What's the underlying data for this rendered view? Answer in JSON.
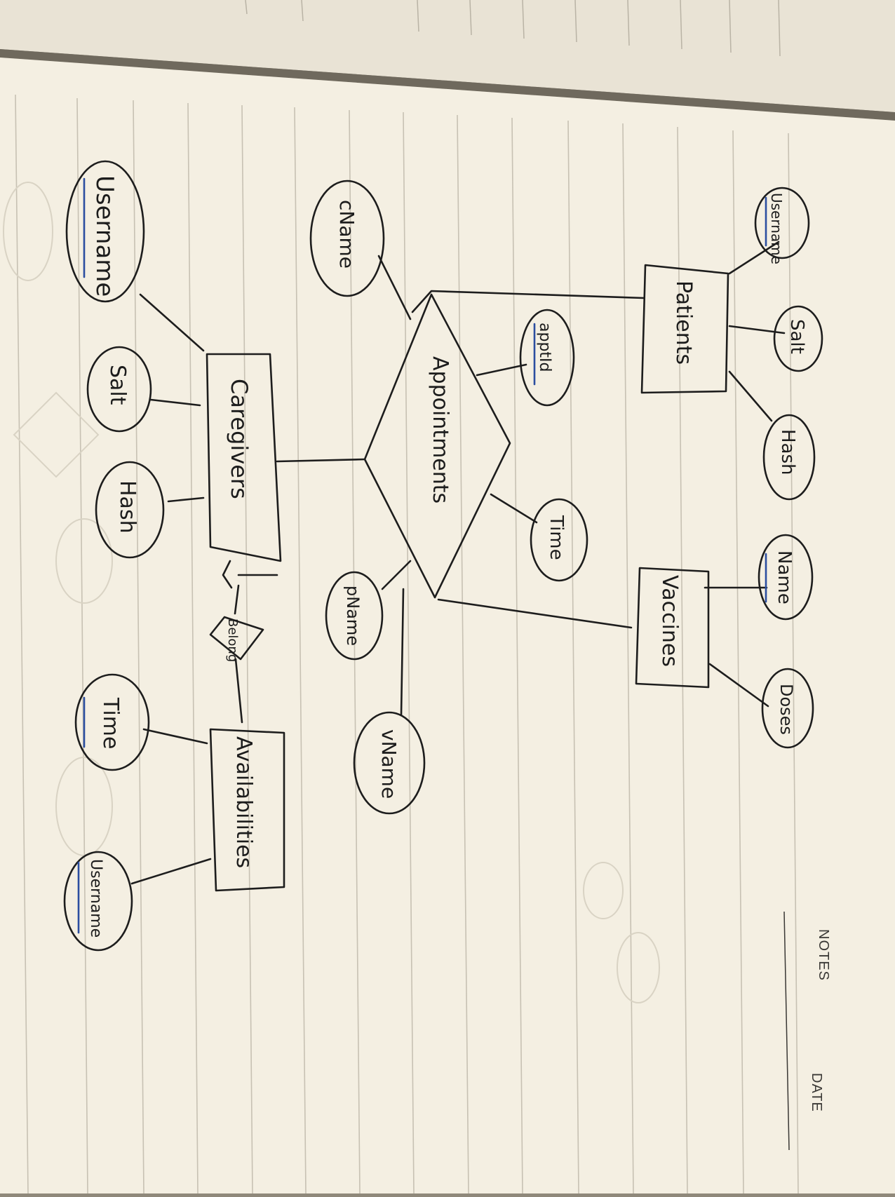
{
  "page": {
    "notes_label": "NOTES",
    "date_label": "DATE"
  },
  "entities": {
    "patients": "Patients",
    "caregivers": "Caregivers",
    "vaccines": "Vaccines",
    "availabilities": "Availabilities"
  },
  "relationships": {
    "appointments": "Appointments",
    "belong": "Belong"
  },
  "attributes": {
    "patients_username": "Username",
    "patients_salt": "Salt",
    "patients_hash": "Hash",
    "appointments_appt_id": "apptId",
    "appointments_time": "Time",
    "appointments_cname": "cName",
    "appointments_pname": "pName",
    "appointments_vname": "vName",
    "vaccines_name": "Name",
    "vaccines_doses": "Doses",
    "caregivers_username": "Username",
    "caregivers_salt": "Salt",
    "caregivers_hash": "Hash",
    "availabilities_time": "Time",
    "availabilities_username": "Username"
  },
  "colors": {
    "paper": "#f4efe2",
    "ink": "#1d1d1d",
    "rule_line": "#c7c1b3",
    "key_underline": "#2b4ea0"
  }
}
